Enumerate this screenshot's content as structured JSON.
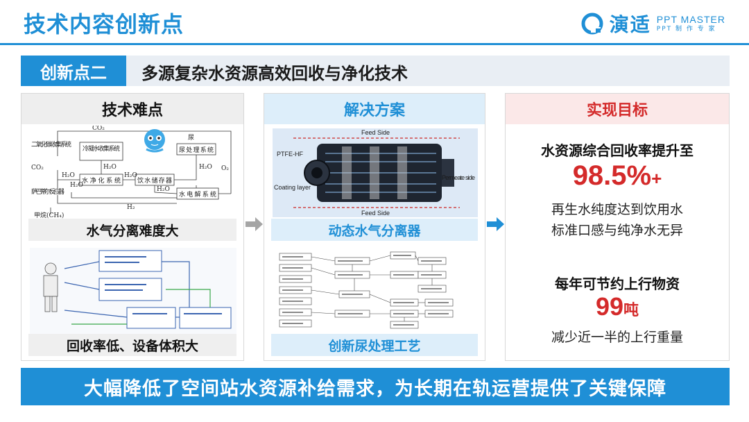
{
  "header": {
    "title": "技术内容创新点",
    "logo_cn": "演适",
    "logo_en": "PPT MASTER",
    "logo_sub": "PPT 制 作 专 家"
  },
  "section": {
    "tag": "创新点二",
    "title": "多源复杂水资源高效回收与净化技术"
  },
  "cards": {
    "difficulty": {
      "title": "技术难点",
      "caption1": "水气分离难度大",
      "caption2": "回收率低、设备体积大",
      "diagram": {
        "co2_top": "CO₂",
        "co2_collect": "二氧化碳收集系统",
        "co2_left": "CO₂",
        "condense": "冷凝水收集系统",
        "urine_label": "尿",
        "urine_proc": "尿处理系统",
        "h2o_a": "H₂O",
        "h2o_b": "H₂O",
        "h2o_c": "H₂O",
        "h2o_d": "H₂O",
        "h2o_e": "H₂O",
        "h2o_f": "H₂O",
        "water_purify": "水净化系统",
        "drink_store": "饮水储存器",
        "sabatier": "萨巴蒂尔反应器",
        "electrolysis": "水电解系统",
        "o2": "O₂",
        "h2": "H₂",
        "methane": "甲烷(CH₄)"
      }
    },
    "solution": {
      "title": "解决方案",
      "caption1": "动态水气分离器",
      "caption2": "创新尿处理工艺",
      "membrane": {
        "feed_top": "Feed Side",
        "feed_bottom": "Feed Side",
        "ptfe": "PTFE-HF",
        "coating": "Coating layer",
        "permeate": "Permeate side"
      }
    },
    "goal": {
      "title": "实现目标",
      "item1_head": "水资源综合回收率提升至",
      "item1_value": "98.5%",
      "item1_suffix": "+",
      "item1_body_line1": "再生水纯度达到饮用水",
      "item1_body_line2": "标准口感与纯净水无异",
      "item2_head": "每年可节约上行物资",
      "item2_value": "99",
      "item2_unit": "吨",
      "item2_body": "减少近一半的上行重量"
    }
  },
  "banner": "大幅降低了空间站水资源补给需求，为长期在轨运营提供了关键保障",
  "colors": {
    "accent_blue": "#1f8fd6",
    "accent_red": "#d42a2a"
  }
}
